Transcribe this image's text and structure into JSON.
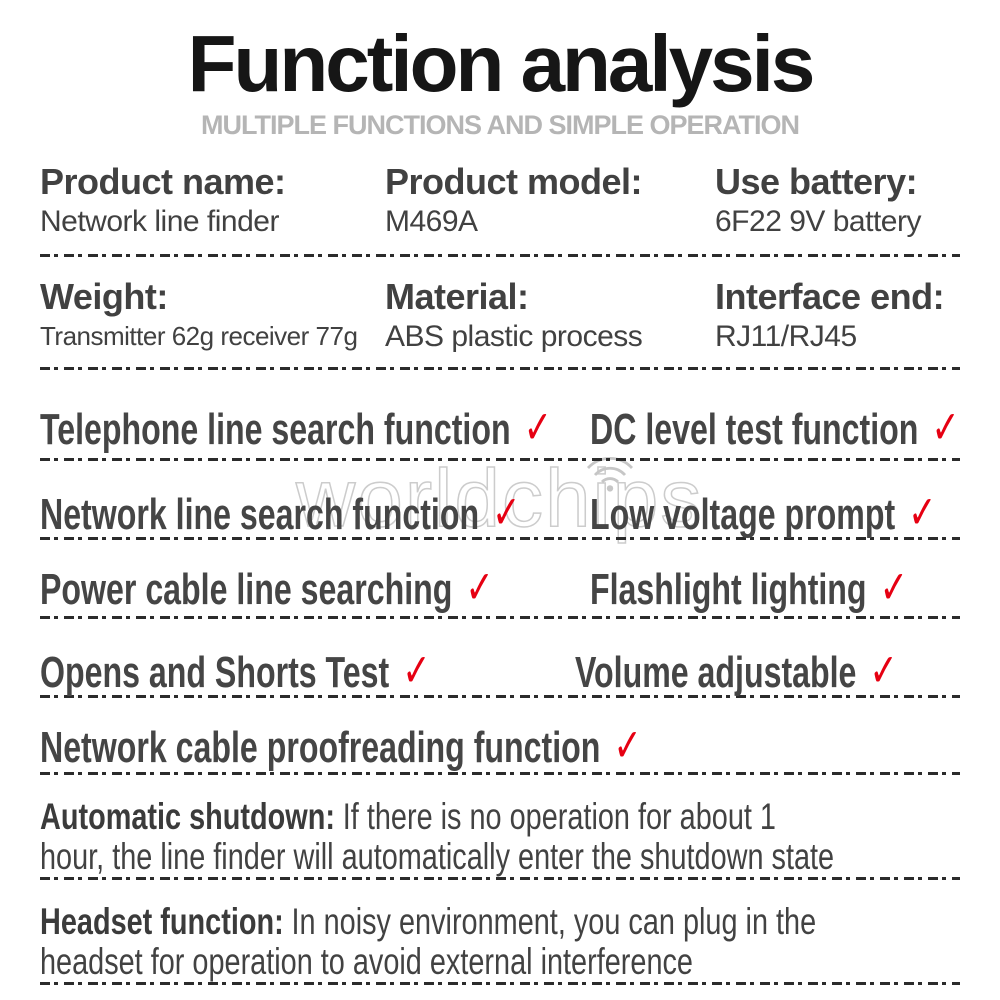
{
  "header": {
    "title": "Function analysis",
    "subtitle": "MULTIPLE FUNCTIONS AND SIMPLE OPERATION"
  },
  "spec_rows": [
    [
      {
        "label": "Product name:",
        "value": "Network line finder"
      },
      {
        "label": "Product model:",
        "value": "M469A"
      },
      {
        "label": "Use battery:",
        "value": "6F22 9V battery"
      }
    ],
    [
      {
        "label": "Weight:",
        "value": "Transmitter 62g receiver 77g"
      },
      {
        "label": "Material:",
        "value": "ABS plastic process"
      },
      {
        "label": "Interface end:",
        "value": "RJ11/RJ45"
      }
    ]
  ],
  "feature_rows": [
    {
      "left": "Telephone line search function",
      "right": "DC level test function"
    },
    {
      "left": "Network line search function",
      "right": "Low voltage prompt"
    },
    {
      "left": "Power cable line searching",
      "right": "Flashlight lighting"
    },
    {
      "left": "Opens and Shorts Test",
      "right": "Volume adjustable"
    },
    {
      "left": "Network cable proofreading function"
    }
  ],
  "paragraphs": [
    {
      "lead": "Automatic shutdown:",
      "line1": "If there is no operation for about 1",
      "line2": "hour, the line finder will automatically enter the shutdown state"
    },
    {
      "lead": "Headset function:",
      "line1": "In noisy environment, you can plug in the",
      "line2": "headset for operation to avoid external interference"
    }
  ],
  "watermark": {
    "text": "worldchips"
  },
  "glyphs": {
    "check": "✓"
  },
  "icons": {
    "check": "check-icon",
    "wifi": "wifi-icon"
  },
  "colors": {
    "title": "#161616",
    "subtitle": "#b5b5b5",
    "text": "#424242",
    "check_red": "#e60012",
    "dash": "#2b2b2b",
    "watermark_outline": "#cccccc"
  }
}
